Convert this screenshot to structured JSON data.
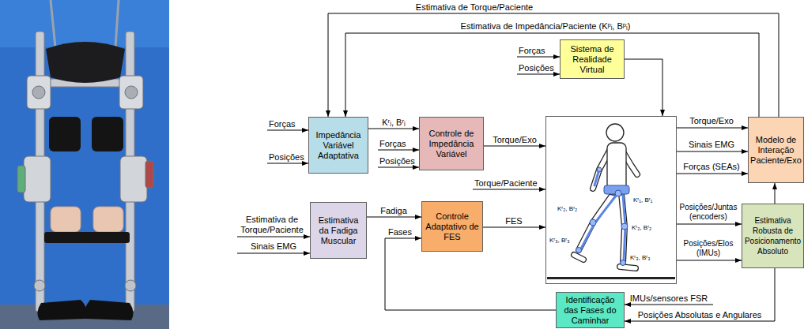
{
  "diagram": {
    "nodes": [
      {
        "text": [
          "Impedância Variável Adaptativa"
        ]
      },
      {
        "text": [
          "Controle de Impedância Variável"
        ]
      },
      {
        "text": [
          "Sistema de Realidade Virtual"
        ]
      },
      {
        "text": [
          "Kʳ₁, Bʳ₁",
          "Kʳ₂, Bʳ₂",
          "Kʳ₃, Bʳ₃",
          "Kʳ₂, Bʳ₂",
          "Kʳ₃, Bʳ₃"
        ]
      },
      {
        "text": [
          "Modelo de Interação Paciente/Exo"
        ]
      },
      {
        "text": [
          "Estimativa da Fadiga Muscular"
        ]
      },
      {
        "text": [
          "Controle Adaptativo de FES"
        ]
      },
      {
        "text": [
          "Estimativa Robusta de Posicionamento Absoluto"
        ]
      },
      {
        "text": [
          "Identificação das Fases do Caminhar"
        ]
      }
    ],
    "edges": [
      {
        "from": 4,
        "to": 0,
        "arrow": "to",
        "label": "Estimativa de Torque/Paciente"
      },
      {
        "from": 4,
        "to": 0,
        "arrow": "to",
        "label": "Estimativa de Impedância/Paciente (Kᵖᵢ, Bᵖᵢ)"
      },
      {
        "from": 0,
        "to": 1,
        "arrow": "to",
        "label": "Kʳᵢ, Bʳᵢ"
      },
      {
        "from": 1,
        "to": 3,
        "arrow": "to",
        "label": "Torque/Exo"
      },
      {
        "from": 2,
        "to": 3,
        "arrow": "to"
      },
      {
        "from": 5,
        "to": 6,
        "arrow": "to",
        "label": "Fadiga"
      },
      {
        "from": 6,
        "to": 3,
        "arrow": "to",
        "label": "FES"
      },
      {
        "from": 8,
        "to": 6,
        "arrow": "to",
        "label": "Fases"
      },
      {
        "from": 3,
        "to": 4,
        "arrow": "to",
        "label": "Torque/Exo"
      },
      {
        "from": 3,
        "to": 4,
        "arrow": "to",
        "label": "Sinais EMG"
      },
      {
        "from": 3,
        "to": 4,
        "arrow": "to",
        "label": "Forças (SEAs)"
      },
      {
        "from": 3,
        "to": 7,
        "arrow": "to",
        "label": "Posições/Juntas (encoders)"
      },
      {
        "from": 3,
        "to": 7,
        "arrow": "to",
        "label": "Posições/Elos (IMUs)"
      },
      {
        "from": 7,
        "to": 4,
        "arrow": "to"
      },
      {
        "from": 7,
        "to": 8,
        "arrow": "to",
        "label": "Posições Absolutas e Angulares"
      }
    ],
    "labels": [
      "Forças",
      "Posições",
      "Forças",
      "Posições",
      "Forças",
      "Posições",
      "Torque/Paciente",
      "Estimativa de Torque/Paciente",
      "Sinais EMG",
      "IMUs/sensores FSR"
    ]
  }
}
